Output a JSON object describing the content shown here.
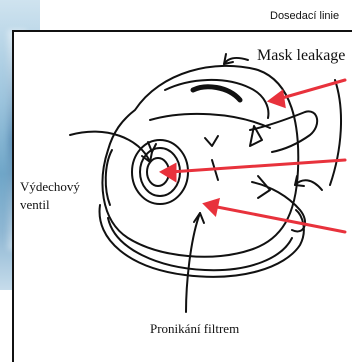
{
  "labels": {
    "seal_line": "Dosedací linie",
    "mask_leakage": "Mask leakage",
    "exhalation_valve_line1": "Výdechový",
    "exhalation_valve_line2": "ventil",
    "filter_penetration": "Pronikání filtrem"
  },
  "colors": {
    "arrow_red": "#e8323c",
    "ink": "#111111",
    "background_photo": "#8fb7d3"
  }
}
